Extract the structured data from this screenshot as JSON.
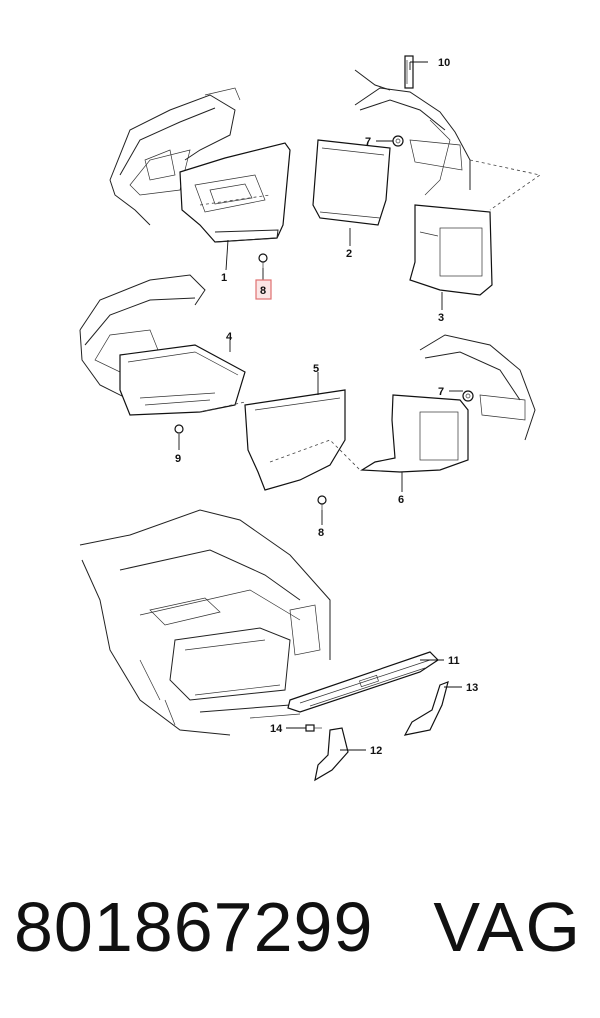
{
  "callouts": [
    "1",
    "2",
    "3",
    "4",
    "5",
    "6",
    "7",
    "7",
    "8",
    "8",
    "9",
    "10",
    "11",
    "12",
    "13",
    "14"
  ],
  "highlight_color": "#e07070",
  "footer": {
    "part_number": "801867299",
    "brand": "VAG"
  }
}
